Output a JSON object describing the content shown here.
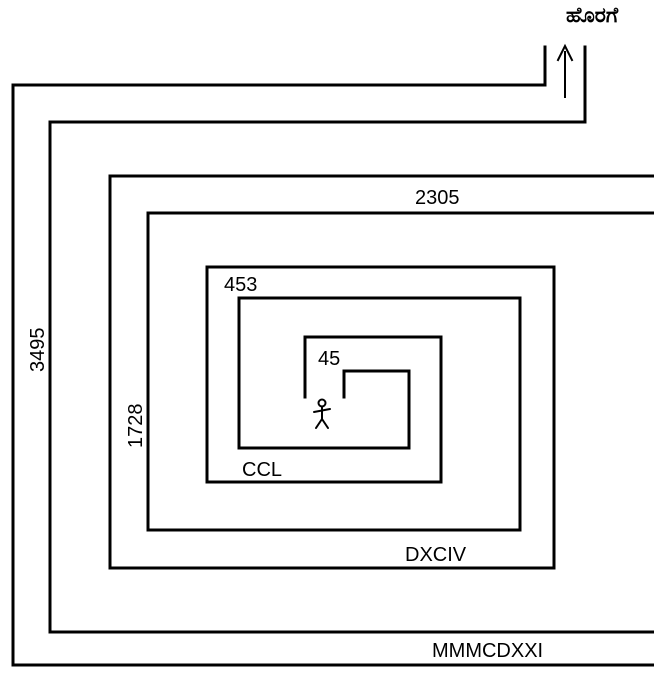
{
  "exit_label": "ಹೊರಗೆ",
  "labels": {
    "outer_side": "3495",
    "outer_bottom": "MMMCDXXI",
    "second_top": "2305",
    "second_side": "1728",
    "third_bottom": "DXCIV",
    "fourth_top": "453",
    "fourth_bottom": "CCL",
    "inner_top": "45"
  },
  "icons": {
    "exit_arrow": "up-arrow-icon",
    "person": "stick-figure-icon"
  }
}
